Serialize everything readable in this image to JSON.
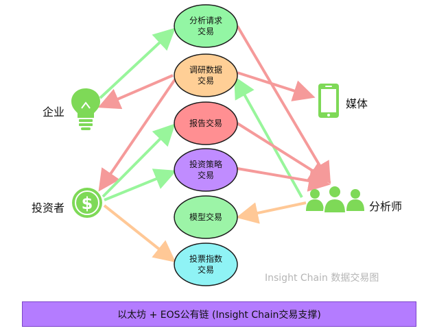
{
  "nodes": [
    {
      "id": "analysis-request",
      "text": [
        "分析请求",
        "交易"
      ],
      "color": "#93f6a4"
    },
    {
      "id": "research-data",
      "text": [
        "调研数据",
        "交易"
      ],
      "color": "#ffcf96"
    },
    {
      "id": "report",
      "text": [
        "报告交易"
      ],
      "color": "#ff8f92"
    },
    {
      "id": "investment-strategy",
      "text": [
        "投资策略",
        "交易"
      ],
      "color": "#c08cff"
    },
    {
      "id": "model",
      "text": [
        "模型交易"
      ],
      "color": "#9cf4a7"
    },
    {
      "id": "investment-index",
      "text": [
        "投票指数",
        "交易"
      ],
      "color": "#8ff3f5"
    }
  ],
  "actors": {
    "enterprise": "企业",
    "media": "媒体",
    "investor": "投资者",
    "analyst": "分析师"
  },
  "caption": "Insight Chain 数据交易图",
  "footer": "以太坊 + EOS公有链 (Insight Chain交易支撑)",
  "colors": {
    "green_arrow": "#98f59b",
    "red_arrow": "#f59a9a",
    "orange_arrow": "#ffc896",
    "icon_green": "#7ed957",
    "ellipse_stroke": "#1a1a1a"
  },
  "icons": {
    "enterprise": "lightbulb-icon",
    "media": "smartphone-icon",
    "investor": "dollar-coin-icon",
    "analyst": "people-group-icon"
  }
}
